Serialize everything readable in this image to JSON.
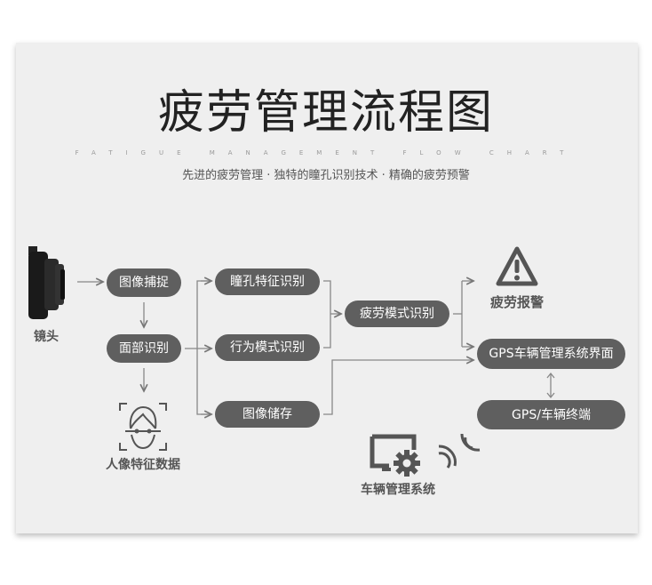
{
  "header": {
    "title": "疲劳管理流程图",
    "subtitle_en": "FATIGUE MANAGEMENT FLOW CHART",
    "tagline": "先进的疲劳管理 · 独特的瞳孔识别技术 · 精确的疲劳预警"
  },
  "nodes": {
    "capture": "图像捕捉",
    "face": "面部识别",
    "pupil": "瞳孔特征识别",
    "behavior": "行为模式识别",
    "storage": "图像储存",
    "fatigue_mode": "疲劳模式识别",
    "gps_ui": "GPS车辆管理系统界面",
    "gps_terminal": "GPS/车辆终端"
  },
  "labels": {
    "camera": "镜头",
    "face_data": "人像特征数据",
    "alarm": "疲劳报警",
    "vehicle_system": "车辆管理系统"
  },
  "colors": {
    "pill": "#5f5f5f",
    "line": "#777777",
    "card": "#efefef"
  }
}
